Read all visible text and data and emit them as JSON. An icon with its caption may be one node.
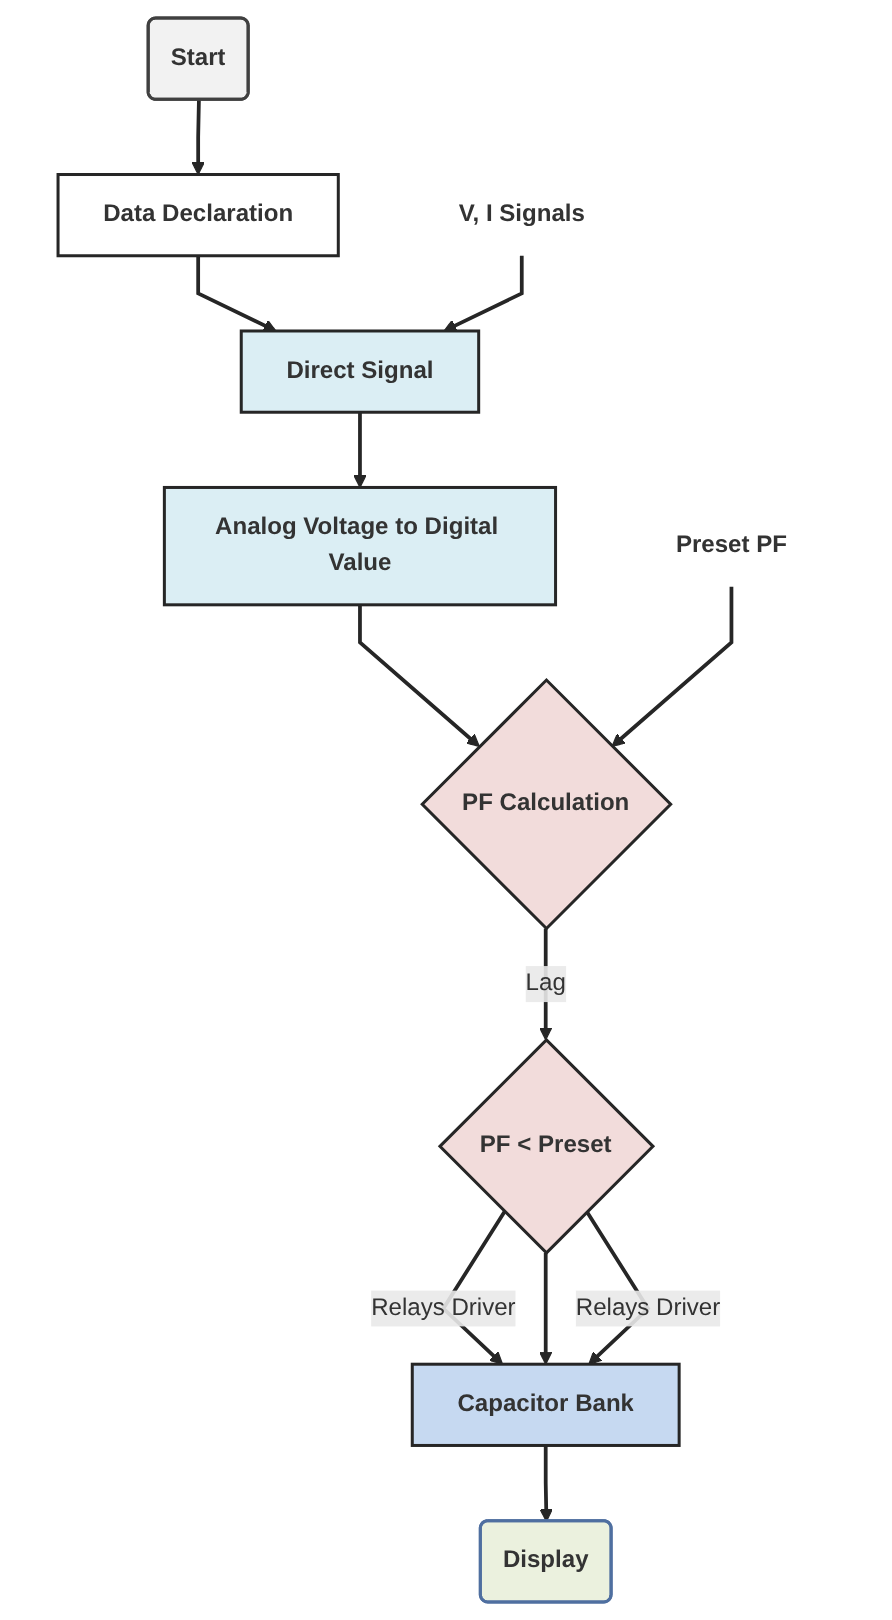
{
  "diagram": {
    "nodes": [
      {
        "text": [
          "Start"
        ]
      },
      {
        "text": [
          "Data Declaration"
        ]
      },
      {
        "text": [
          "V, I Signals"
        ]
      },
      {
        "text": [
          "Direct Signal"
        ]
      },
      {
        "text": [
          "Analog Voltage to Digital Value"
        ]
      },
      {
        "text": [
          "Preset PF"
        ]
      },
      {
        "text": [
          "PF Calculation"
        ]
      },
      {
        "text": [
          "PF < Preset"
        ]
      },
      {
        "text": [
          "Capacitor Bank"
        ]
      },
      {
        "text": [
          "Display"
        ]
      }
    ],
    "edges": [
      {
        "from": 0,
        "to": 1,
        "arrow": "to"
      },
      {
        "from": 1,
        "to": 3,
        "arrow": "to"
      },
      {
        "from": 2,
        "to": 3,
        "arrow": "to"
      },
      {
        "from": 3,
        "to": 4,
        "arrow": "to"
      },
      {
        "from": 4,
        "to": 6,
        "arrow": "to"
      },
      {
        "from": 5,
        "to": 6,
        "arrow": "to"
      },
      {
        "from": 6,
        "to": 7,
        "arrow": "to",
        "label": "Lag"
      },
      {
        "from": 7,
        "to": 8,
        "arrow": "to",
        "label": "Relays Driver"
      },
      {
        "from": 7,
        "to": 8,
        "arrow": "to"
      },
      {
        "from": 7,
        "to": 8,
        "arrow": "to",
        "label": "Relays Driver"
      },
      {
        "from": 8,
        "to": 9,
        "arrow": "to"
      }
    ]
  }
}
